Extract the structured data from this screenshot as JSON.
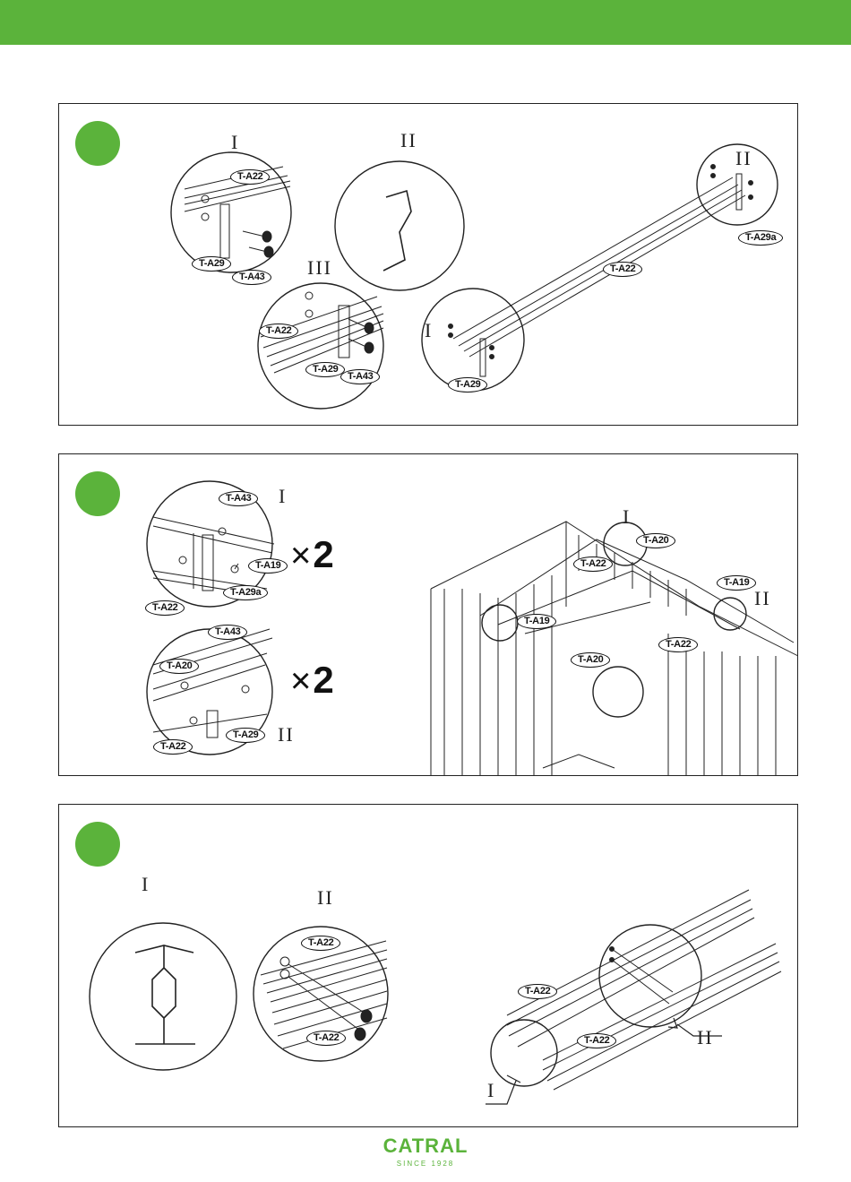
{
  "brand": {
    "name": "CATRAL",
    "tagline": "SINCE 1928",
    "color": "#5bb33b"
  },
  "panels": [
    {
      "romans": {
        "d1": "I",
        "d2": "II",
        "d3": "III",
        "d4": "II",
        "d5": "I"
      },
      "tags": {
        "a22a": "T-A22",
        "a29a": "T-A29",
        "a43a": "T-A43",
        "a22b": "T-A22",
        "a29b": "T-A29",
        "a43b": "T-A43",
        "a29ac": "T-A29a",
        "a22c": "T-A22",
        "a29c": "T-A29"
      }
    },
    {
      "romans": {
        "d1": "I",
        "d2": "II",
        "d3": "I",
        "d4": "II"
      },
      "multipliers": {
        "m1": "2",
        "m2": "2"
      },
      "tags": {
        "a43a": "T-A43",
        "a19a": "T-A19",
        "a29aa": "T-A29a",
        "a22a": "T-A22",
        "a43b": "T-A43",
        "a20a": "T-A20",
        "a29b": "T-A29",
        "a22b": "T-A22",
        "a20c": "T-A20",
        "a22c": "T-A22",
        "a19c": "T-A19",
        "a19d": "T-A19",
        "a20d": "T-A20",
        "a22d": "T-A22"
      }
    },
    {
      "romans": {
        "d1": "I",
        "d2": "II",
        "d3": "II",
        "d4": "I"
      },
      "tags": {
        "a22a": "T-A22",
        "a22b": "T-A22",
        "a22c": "T-A22",
        "a22d": "T-A22"
      }
    }
  ]
}
